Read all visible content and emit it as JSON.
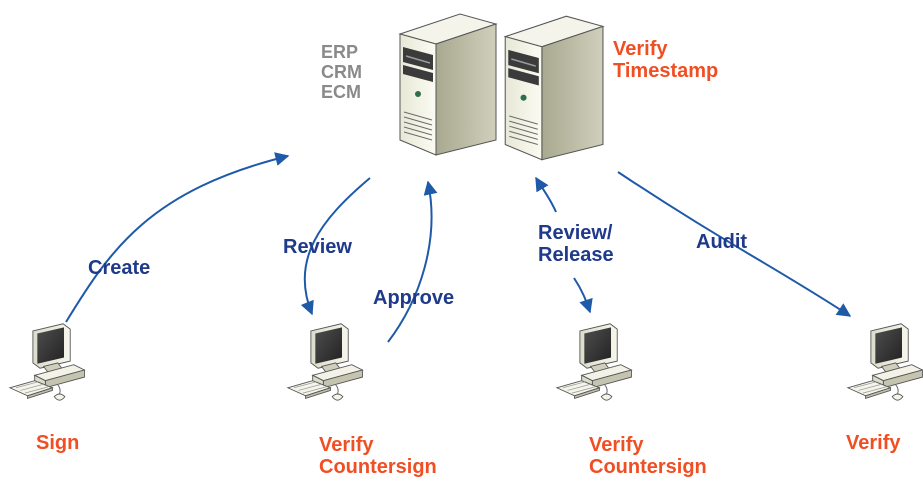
{
  "server": {
    "systems": [
      "ERP",
      "CRM",
      "ECM"
    ],
    "verify_line1": "Verify",
    "verify_line2": "Timestamp"
  },
  "workstations": [
    {
      "line1": "Sign",
      "line2": ""
    },
    {
      "line1": "Verify",
      "line2": "Countersign"
    },
    {
      "line1": "Verify",
      "line2": "Countersign"
    },
    {
      "line1": "Verify",
      "line2": ""
    }
  ],
  "flows": {
    "create": "Create",
    "review": "Review",
    "approve": "Approve",
    "review_release_line1": "Review/",
    "review_release_line2": "Release",
    "audit": "Audit"
  },
  "colors": {
    "action_text": "#1f3a8a",
    "verify_text": "#f04e23",
    "system_text": "#8a8a8a",
    "arrow": "#1e5aa8"
  }
}
